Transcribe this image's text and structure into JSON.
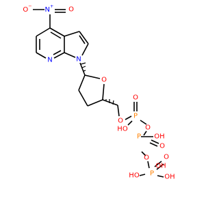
{
  "colors": {
    "bond": "#000000",
    "carbon": "#000000",
    "nitrogen": "#0000ff",
    "oxygen": "#ff0000",
    "phosphorus": "#ff8000"
  },
  "atoms": {
    "nitro_n": "N",
    "nitro_n_charge": "+",
    "nitro_o_minus": "O",
    "nitro_o_minus_charge": "−",
    "nitro_o_double": "O",
    "pyridine_n": "N",
    "pyrrole_n": "N",
    "ring_o": "O",
    "ester_o": "O",
    "p1": "P",
    "p1_o_double": "O",
    "p1_oh": "HO",
    "bridge_o_1": "O",
    "p2": "P",
    "p2_oh": "OH",
    "p2_o_double": "O",
    "bridge_o_2": "O",
    "p3": "P",
    "p3_o_double": "O",
    "p3_oh_top": "OH",
    "p3_oh_left": "HO",
    "p3_oh_right": "OH"
  }
}
